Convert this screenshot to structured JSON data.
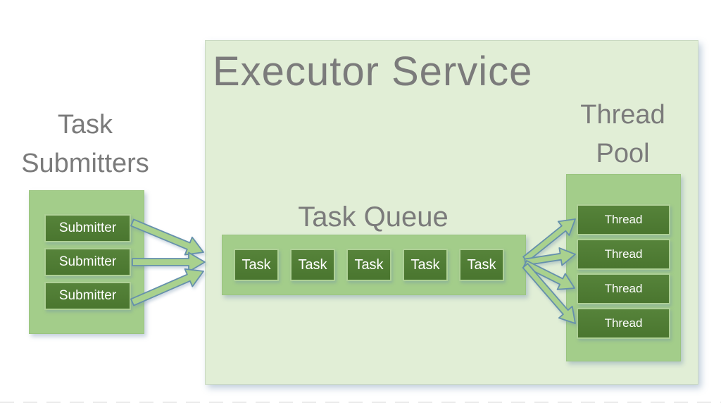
{
  "diagram": {
    "executor": {
      "title": "Executor Service"
    },
    "submitters_group": {
      "title": "Task Submitters",
      "items": [
        "Submitter",
        "Submitter",
        "Submitter"
      ]
    },
    "task_queue": {
      "title": "Task Queue",
      "items": [
        "Task",
        "Task",
        "Task",
        "Task",
        "Task"
      ]
    },
    "thread_pool": {
      "title": "Thread Pool",
      "items": [
        "Thread",
        "Thread",
        "Thread",
        "Thread"
      ]
    },
    "colors": {
      "dark_green": "#4e7b33",
      "medium_green": "#a3cd8a",
      "pale_green": "#e1eed6",
      "title_gray": "#7b7b7b",
      "arrow_fill": "#a9d18e",
      "arrow_stroke": "#6590ac",
      "box_text": "#ffffff"
    }
  }
}
